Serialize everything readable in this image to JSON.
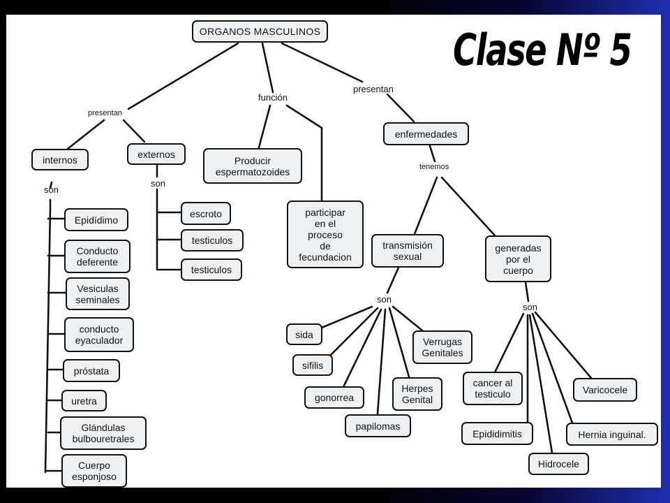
{
  "title": "Clase Nº 5",
  "nodes": {
    "root": "ORGANOS MASCULINOS",
    "internos": "internos",
    "externos": "externos",
    "producir": "Producir\nespermatozoides",
    "participar": "participar\nen el\nproceso\nde\nfecundacion",
    "enfermedades": "enfermedades",
    "epididimo": "Epidídimo",
    "conducto_deferente": "Conducto\ndeferente",
    "vesiculas": "Vesiculas\nseminales",
    "conducto_eyaculador": "conducto\neyaculador",
    "prostata": "próstata",
    "uretra": "uretra",
    "glandulas": "Glándulas\nbulbouretrales",
    "cuerpo": "Cuerpo\nesponjoso",
    "escroto": "escroto",
    "testiculos_1": "testiculos",
    "testiculos_2": "testiculos",
    "transmision": "transmisión\nsexual",
    "generadas": "generadas\npor el\ncuerpo",
    "sida": "sida",
    "sifilis": "sifilis",
    "gonorrea": "gonorrea",
    "papilomas": "papilomas",
    "herpes": "Herpes\nGenital",
    "verrugas": "Verrugas\nGenitales",
    "cancer": "cancer al\ntesticulo",
    "epididimitis": "Epididimitis",
    "hidrocele": "Hidrocele",
    "hernia": "Hernia inguinal.",
    "varicocele": "Varicocele"
  },
  "labels": {
    "presentan_left": "presentan",
    "funcion": "función",
    "presentan_right": "presentan",
    "son_internos": "son",
    "son_externos": "son",
    "tenemos": "tenemos",
    "son_transmision": "son",
    "son_generadas": "son"
  }
}
